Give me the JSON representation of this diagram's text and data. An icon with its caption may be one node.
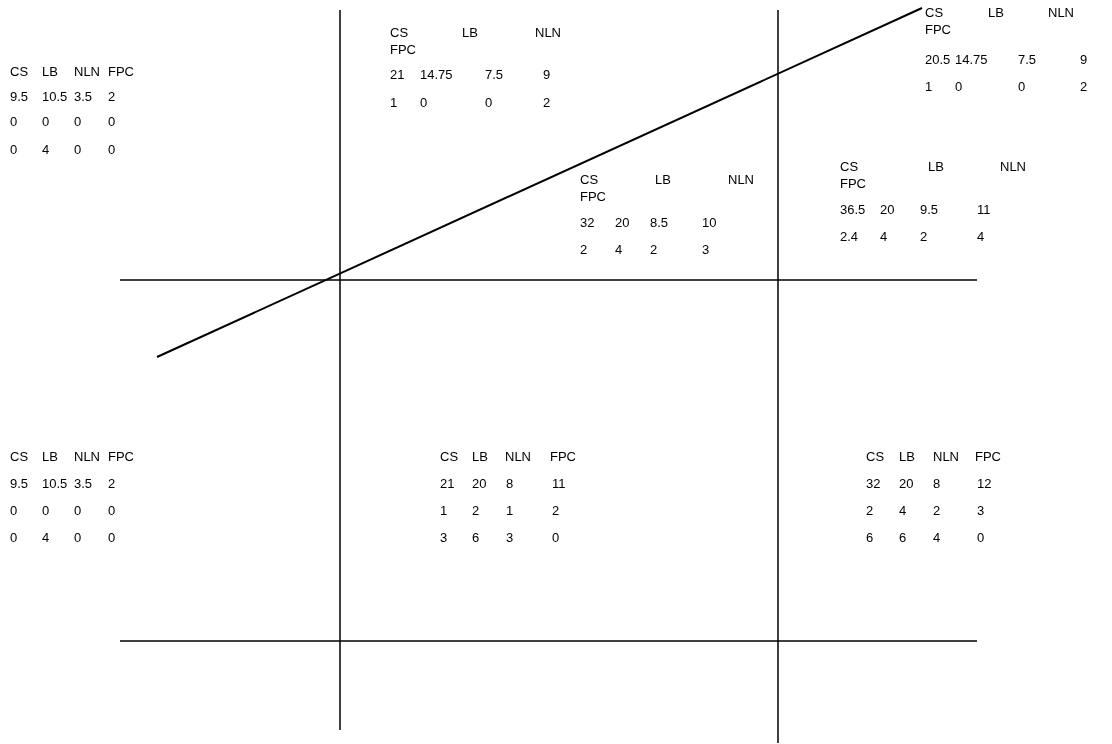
{
  "diagram": {
    "labels": [
      "CS",
      "LB",
      "NLN",
      "FPC",
      "9.5",
      "10.5",
      "3.5",
      "2",
      "0",
      "0",
      "0",
      "0",
      "0",
      "4",
      "0",
      "0",
      "CS",
      "LB",
      "NLN",
      "FPC",
      "21",
      "14.75",
      "7.5",
      "9",
      "1",
      "0",
      "0",
      "2",
      "CS",
      "LB",
      "NLN",
      "FPC",
      "20.5",
      "14.75",
      "7.5",
      "9",
      "1",
      "0",
      "0",
      "2",
      "CS",
      "LB",
      "NLN",
      "FPC",
      "32",
      "20",
      "8.5",
      "10",
      "2",
      "4",
      "2",
      "3",
      "CS",
      "LB",
      "NLN",
      "FPC",
      "36.5",
      "20",
      "9.5",
      "11",
      "2.4",
      "4",
      "2",
      "4",
      "CS",
      "LB",
      "NLN",
      "FPC",
      "9.5",
      "10.5",
      "3.5",
      "2",
      "0",
      "0",
      "0",
      "0",
      "0",
      "4",
      "0",
      "0",
      "CS",
      "LB",
      "NLN",
      "FPC",
      "21",
      "20",
      "8",
      "11",
      "1",
      "2",
      "1",
      "2",
      "3",
      "6",
      "3",
      "0",
      "CS",
      "LB",
      "NLN",
      "FPC",
      "32",
      "20",
      "8",
      "12",
      "2",
      "4",
      "2",
      "3",
      "6",
      "6",
      "4",
      "0"
    ]
  }
}
